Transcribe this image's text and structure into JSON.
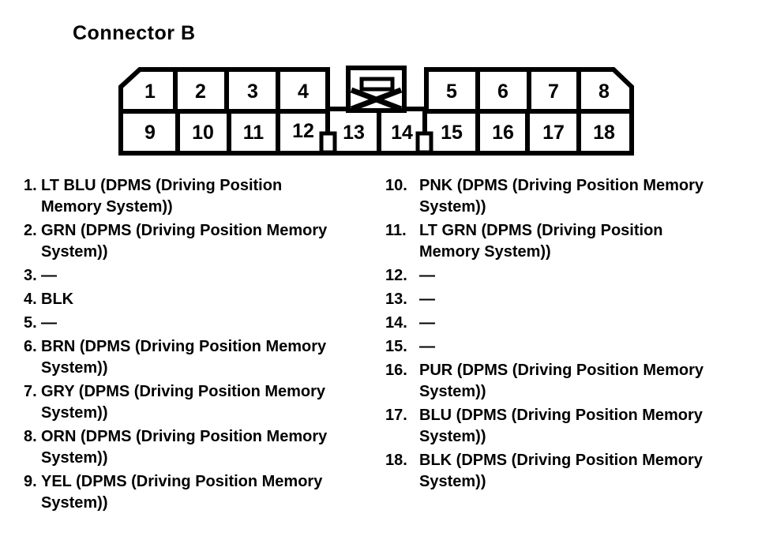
{
  "title": "Connector B",
  "colors": {
    "ink": "#000000",
    "paper": "#ffffff"
  },
  "connector": {
    "top_row_pins": [
      "1",
      "2",
      "3",
      "4",
      "5",
      "6",
      "7",
      "8"
    ],
    "bottom_row_pins": [
      "9",
      "10",
      "11",
      "12",
      "13",
      "14",
      "15",
      "16",
      "17",
      "18"
    ]
  },
  "legend": {
    "left_column": [
      {
        "num": "1.",
        "text": "LT BLU (DPMS (Driving Position Memory System))"
      },
      {
        "num": "2.",
        "text": "GRN (DPMS (Driving Position Memory System))"
      },
      {
        "num": "3.",
        "text": "—"
      },
      {
        "num": "4.",
        "text": "BLK"
      },
      {
        "num": "5.",
        "text": "—"
      },
      {
        "num": "6.",
        "text": "BRN (DPMS (Driving Position Memory System))"
      },
      {
        "num": "7.",
        "text": "GRY (DPMS (Driving Position Memory System))"
      },
      {
        "num": "8.",
        "text": "ORN (DPMS (Driving Position Memory System))"
      },
      {
        "num": "9.",
        "text": "YEL (DPMS (Driving Position Memory System))"
      }
    ],
    "right_column": [
      {
        "num": "10.",
        "text": "PNK (DPMS (Driving Position Memory System))"
      },
      {
        "num": "11.",
        "text": "LT GRN (DPMS (Driving Position Memory System))"
      },
      {
        "num": "12.",
        "text": "—"
      },
      {
        "num": "13.",
        "text": "—"
      },
      {
        "num": "14.",
        "text": "—"
      },
      {
        "num": "15.",
        "text": "—"
      },
      {
        "num": "16.",
        "text": "PUR (DPMS (Driving Position Memory System))"
      },
      {
        "num": "17.",
        "text": "BLU (DPMS (Driving Position Memory System))"
      },
      {
        "num": "18.",
        "text": "BLK (DPMS (Driving Position Memory System))"
      }
    ]
  }
}
